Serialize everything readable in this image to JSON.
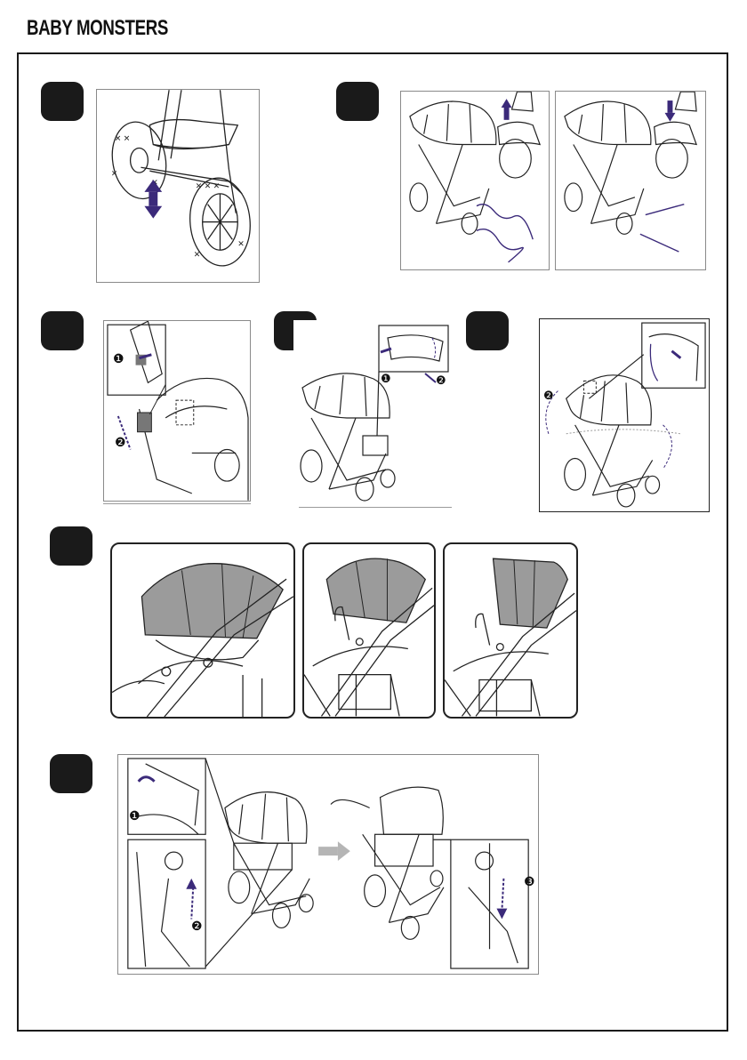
{
  "header": {
    "brand": "BABY MONSTERS"
  },
  "steps": [
    {
      "id": "wheel-height",
      "callouts": []
    },
    {
      "id": "fold-latch",
      "callouts": []
    },
    {
      "id": "canopy-attach",
      "callouts": [
        "❶",
        "❷"
      ]
    },
    {
      "id": "handle-release",
      "callouts": [
        "❶",
        "❷"
      ]
    },
    {
      "id": "seat-recline",
      "callouts": [
        "❷"
      ]
    },
    {
      "id": "canopy-positions",
      "callouts": []
    },
    {
      "id": "seat-reverse",
      "callouts": [
        "❶",
        "❷",
        "❸"
      ]
    }
  ],
  "colors": {
    "accent": "#3b2a7a",
    "line": "#222222",
    "canopy": "#9b9b9b",
    "badge": "#1a1a1a"
  }
}
